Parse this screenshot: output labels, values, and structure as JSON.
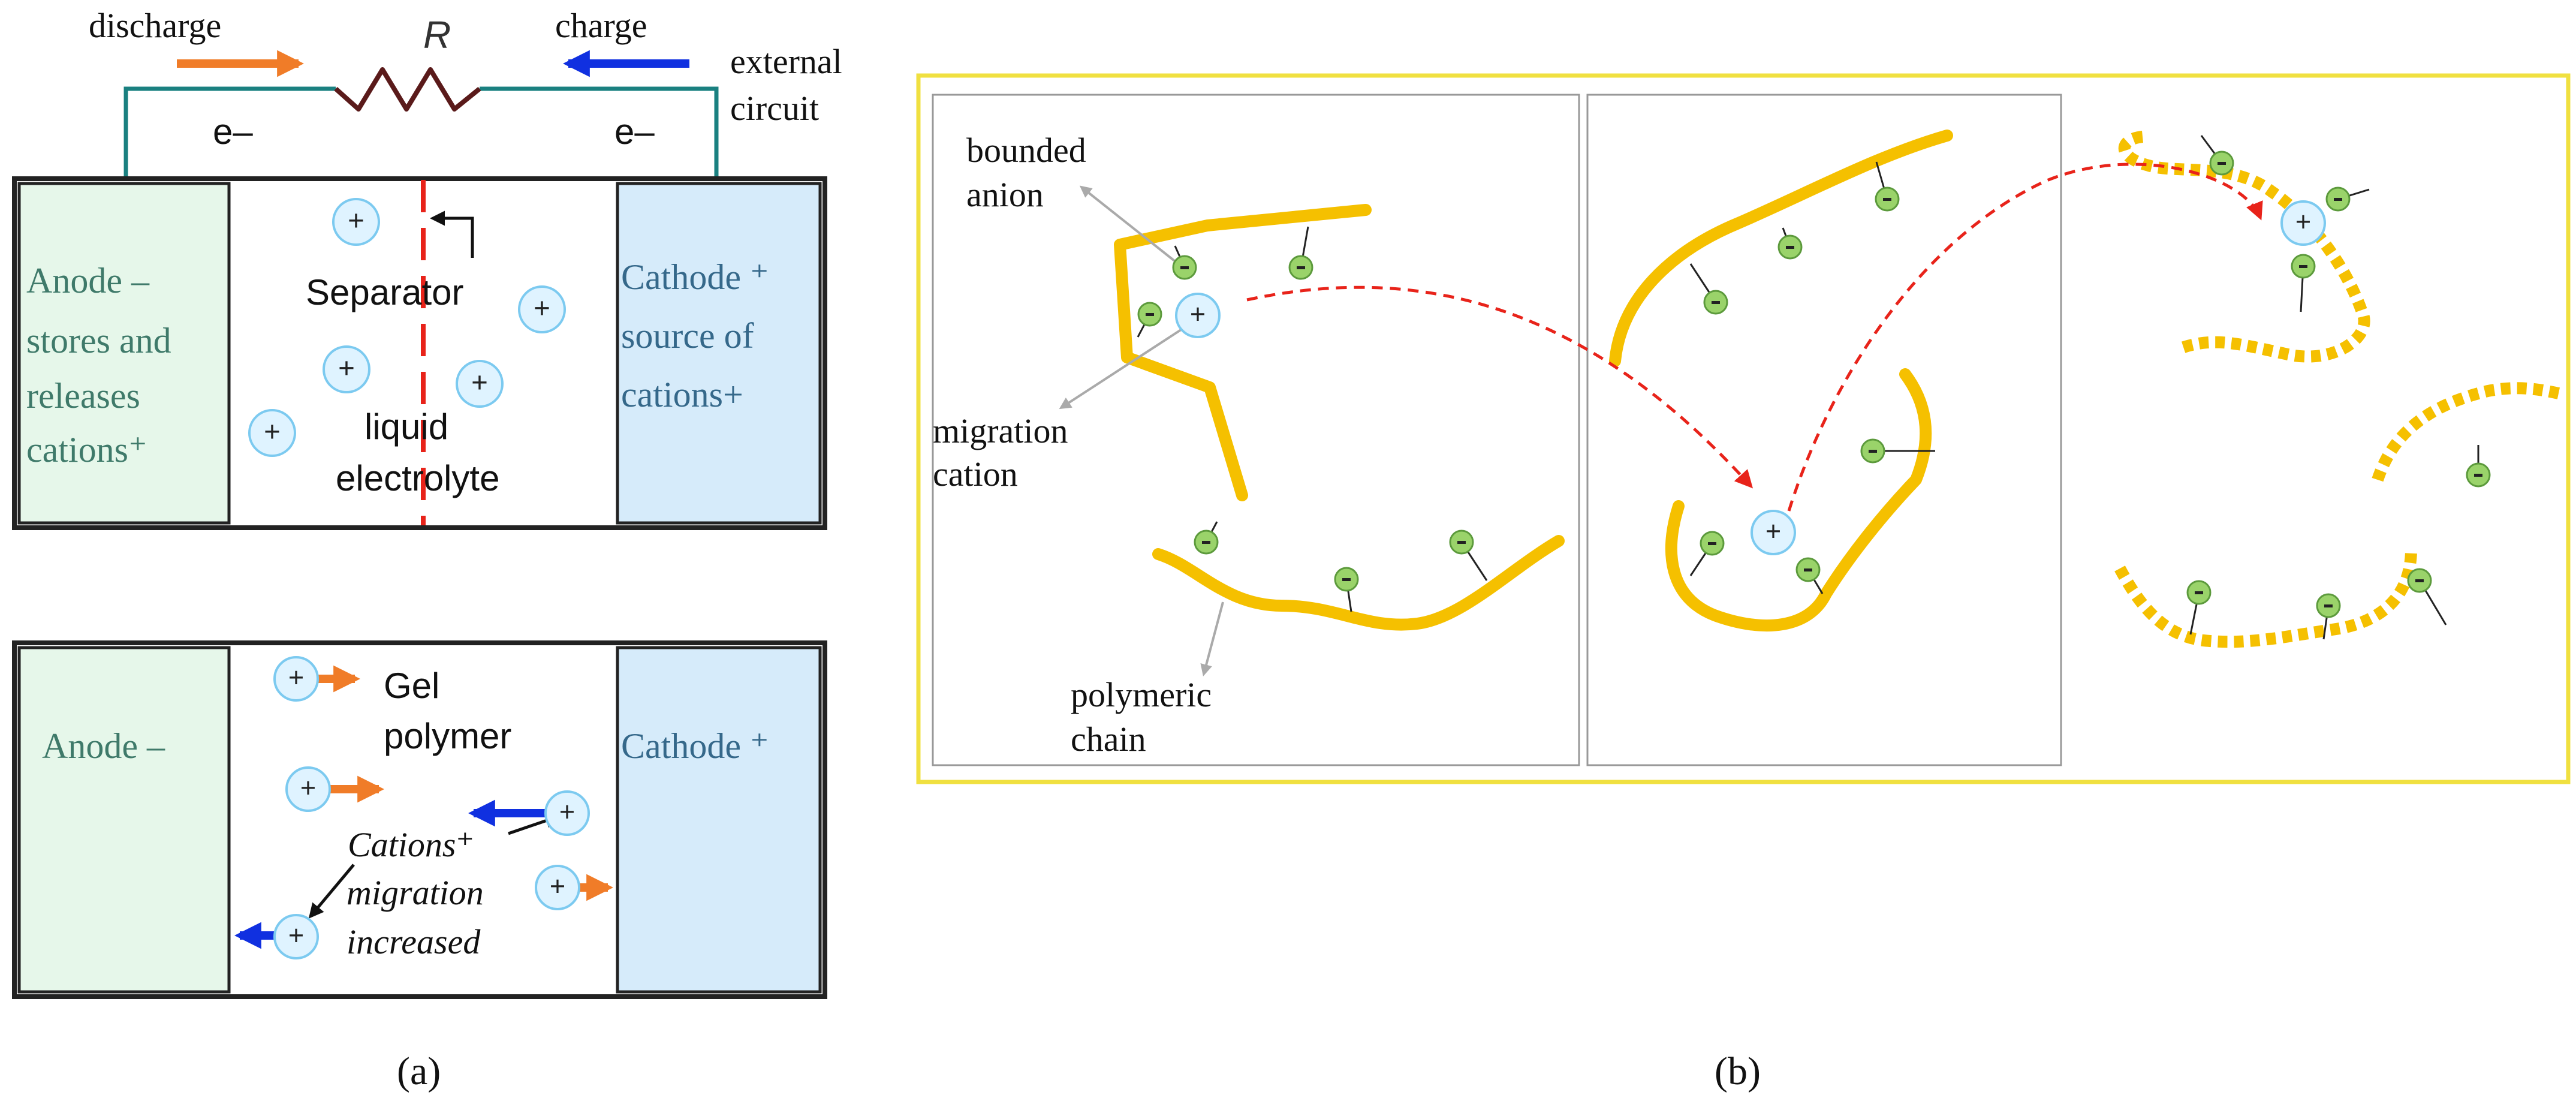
{
  "panel_a": {
    "circuit": {
      "discharge_label": "discharge",
      "charge_label": "charge",
      "resistor_label": "R",
      "external_circuit_label_line1": "external",
      "external_circuit_label_line2": "circuit",
      "electron_left": "e–",
      "electron_right": "e–"
    },
    "top_cell": {
      "anode_line1": "Anode –",
      "anode_line2": "stores and",
      "anode_line3": "releases",
      "anode_line4": "cations⁺",
      "separator_label": "Separator",
      "electrolyte_line1": "liquid",
      "electrolyte_line2": "electrolyte",
      "cathode_line1": "Cathode ⁺",
      "cathode_line2": "source of",
      "cathode_line3": "cations+"
    },
    "bottom_cell": {
      "anode_label": "Anode –",
      "cathode_label": "Cathode ⁺",
      "gel_line1": "Gel",
      "gel_line2": "polymer",
      "migration_line1": "Cations⁺",
      "migration_line2": "migration",
      "migration_line3": "increased"
    },
    "caption": "(a)"
  },
  "panel_b": {
    "bounded_anion_line1": "bounded",
    "bounded_anion_line2": "anion",
    "migration_cation_line1": "migration",
    "migration_cation_line2": "cation",
    "polymeric_chain_line1": "polymeric",
    "polymeric_chain_line2": "chain",
    "caption": "(b)"
  },
  "symbols": {
    "cation": "+",
    "anion": "–"
  },
  "colors": {
    "polymer_chain": "#f5c000",
    "anion_fill": "#9ad36a",
    "cation_fill": "#dff3ff",
    "cation_stroke": "#7ccaf0",
    "anode_fill": "#e6f7ea",
    "cathode_fill": "#d6ebfa",
    "discharge_arrow": "#f07c28",
    "charge_arrow": "#1030e0",
    "migration_path": "#e8231a",
    "frame_b": "#f0e040",
    "circuit_wire": "#1a8080"
  }
}
